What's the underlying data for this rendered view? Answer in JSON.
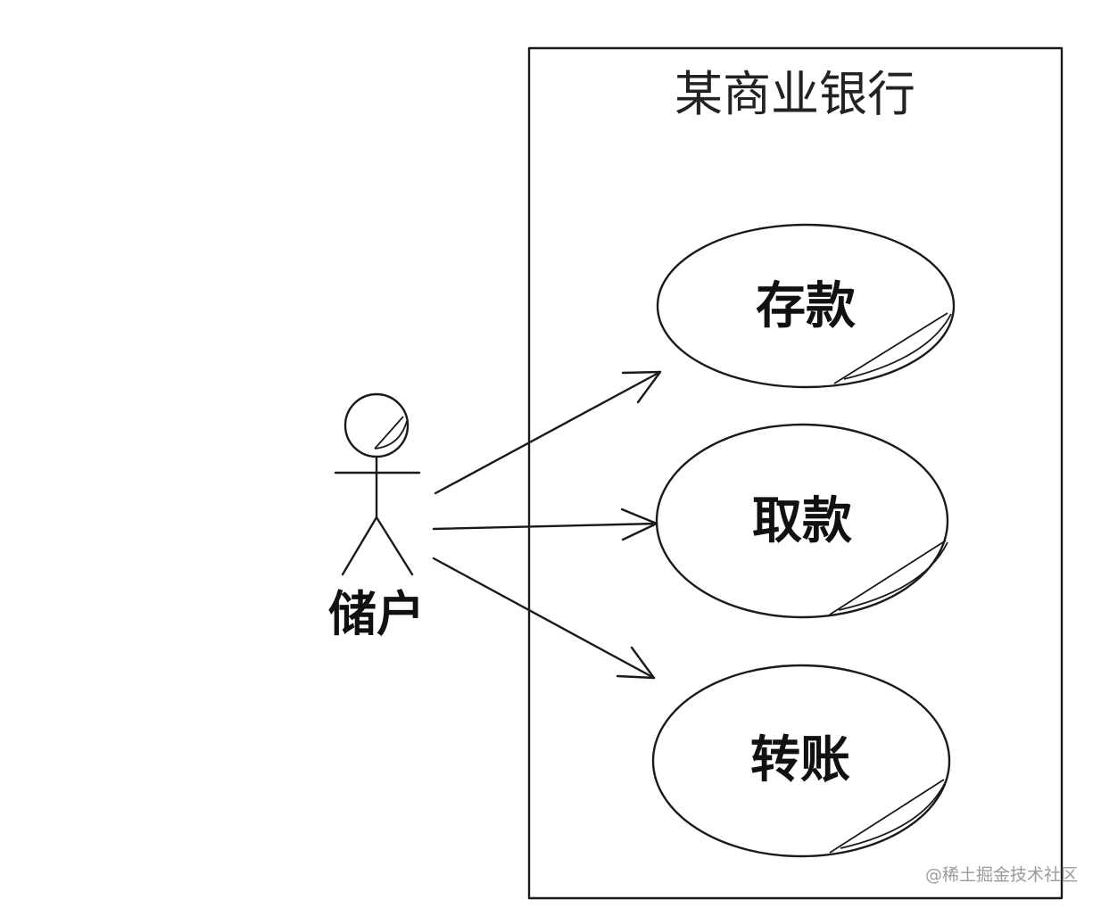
{
  "system": {
    "title": "某商业银行"
  },
  "actor": {
    "label": "储户"
  },
  "use_cases": [
    {
      "label": "存款"
    },
    {
      "label": "取款"
    },
    {
      "label": "转账"
    }
  ],
  "watermark": "@稀土掘金技术社区"
}
